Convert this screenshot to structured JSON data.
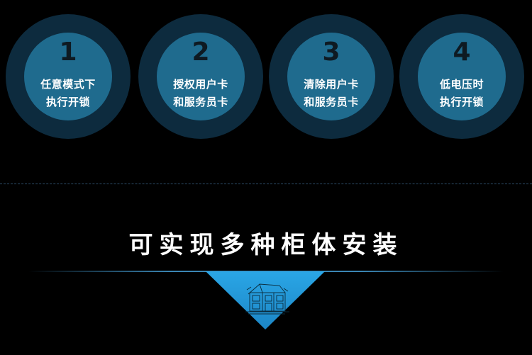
{
  "features": [
    {
      "number": "1",
      "line1": "任意模式下",
      "line2": "执行开锁"
    },
    {
      "number": "2",
      "line1": "授权用户卡",
      "line2": "和服务员卡"
    },
    {
      "number": "3",
      "line1": "清除用户卡",
      "line2": "和服务员卡"
    },
    {
      "number": "4",
      "line1": "低电压时",
      "line2": "执行开锁"
    }
  ],
  "headline": "可实现多种柜体安装",
  "colors": {
    "background": "#000000",
    "outer_ring": "#0d2b3e",
    "inner_circle": "#1f6b8e",
    "accent_blue": "#2aa6e6",
    "text": "#ffffff"
  },
  "icons": {
    "house": "house-sketch-icon"
  }
}
